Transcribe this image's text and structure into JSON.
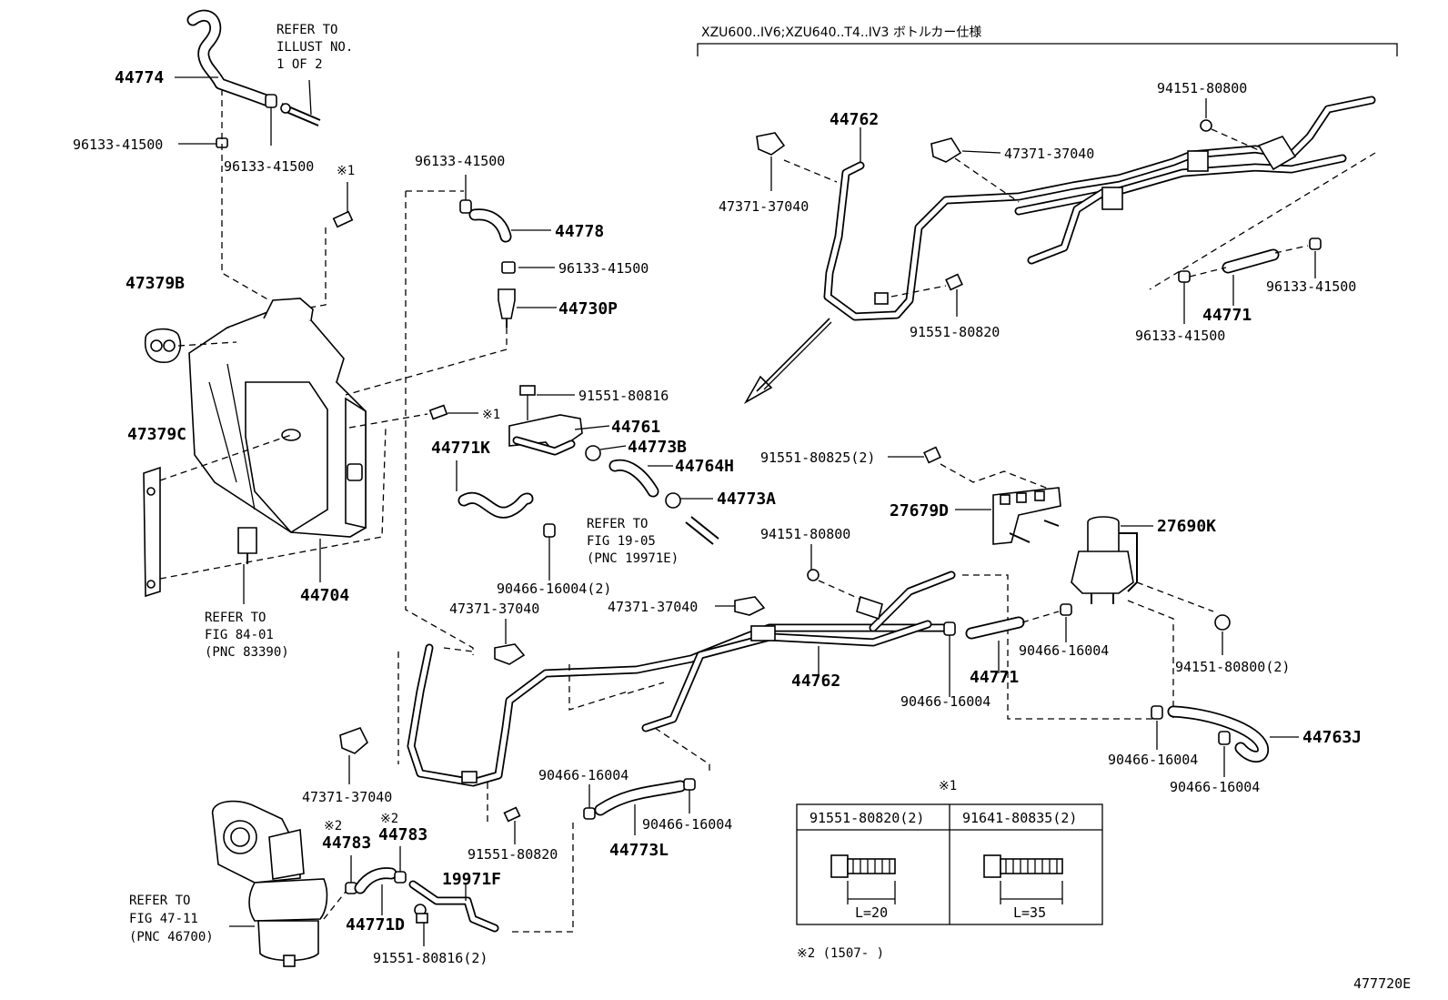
{
  "header": {
    "variant_note": "XZU600..IV6;XZU640..T4..IV3 ボトルカー仕様"
  },
  "references": {
    "illust": [
      "REFER TO",
      "ILLUST NO.",
      "1 OF 2"
    ],
    "fig_84_01": [
      "REFER TO",
      "FIG 84-01",
      "(PNC 83390)"
    ],
    "fig_19_05": [
      "REFER TO",
      "FIG 19-05",
      "(PNC 19971E)"
    ],
    "fig_47_11": [
      "REFER TO",
      "FIG 47-11",
      "(PNC 46700)"
    ]
  },
  "parts": {
    "p44774": "44774",
    "p96133_a": "96133-41500",
    "p96133_b": "96133-41500",
    "mark1_top": "※1",
    "p47379B": "47379B",
    "p47379C": "47379C",
    "p44704": "44704",
    "p96133_c": "96133-41500",
    "p44778": "44778",
    "p96133_d": "96133-41500",
    "p44730P": "44730P",
    "p91551_80816": "91551-80816",
    "mark1_mid": "※1",
    "p44761": "44761",
    "p44771K": "44771K",
    "p44773B": "44773B",
    "p44764H": "44764H",
    "p44773A": "44773A",
    "p90466_2_a": "90466-16004(2)",
    "p47371_a": "47371-37040",
    "p47371_b": "47371-37040",
    "p47371_c": "47371-37040",
    "p91551_80820_a": "91551-80820",
    "p90466_a": "90466-16004",
    "p90466_b": "90466-16004",
    "p44773L": "44773L",
    "mark2_a": "※2",
    "p44783_a": "44783",
    "mark2_b": "※2",
    "p44783_b": "44783",
    "p44771D": "44771D",
    "p19971F": "19971F",
    "p91551_80816_2": "91551-80816(2)",
    "p44762_top": "44762",
    "p47371_top_a": "47371-37040",
    "p47371_top_b": "47371-37040",
    "p94151_top": "94151-80800",
    "p91551_80820_top": "91551-80820",
    "p96133_top_a": "96133-41500",
    "p96133_top_b": "96133-41500",
    "p44771_top": "44771",
    "p91551_80825": "91551-80825(2)",
    "p27679D": "27679D",
    "p27690K": "27690K",
    "p94151_mid": "94151-80800",
    "p44762_mid": "44762",
    "p44771_mid": "44771",
    "p90466_c": "90466-16004",
    "p90466_d": "90466-16004",
    "p94151_2": "94151-80800(2)",
    "p90466_e": "90466-16004",
    "p44763J": "44763J",
    "p90466_f": "90466-16004"
  },
  "table": {
    "mark": "※1",
    "col1_header": "91551-80820(2)",
    "col2_header": "91641-80835(2)",
    "col1_length": "L=20",
    "col2_length": "L=35"
  },
  "footer": {
    "mark2_note": "※2 (1507-   )",
    "figure_id": "477720E"
  }
}
